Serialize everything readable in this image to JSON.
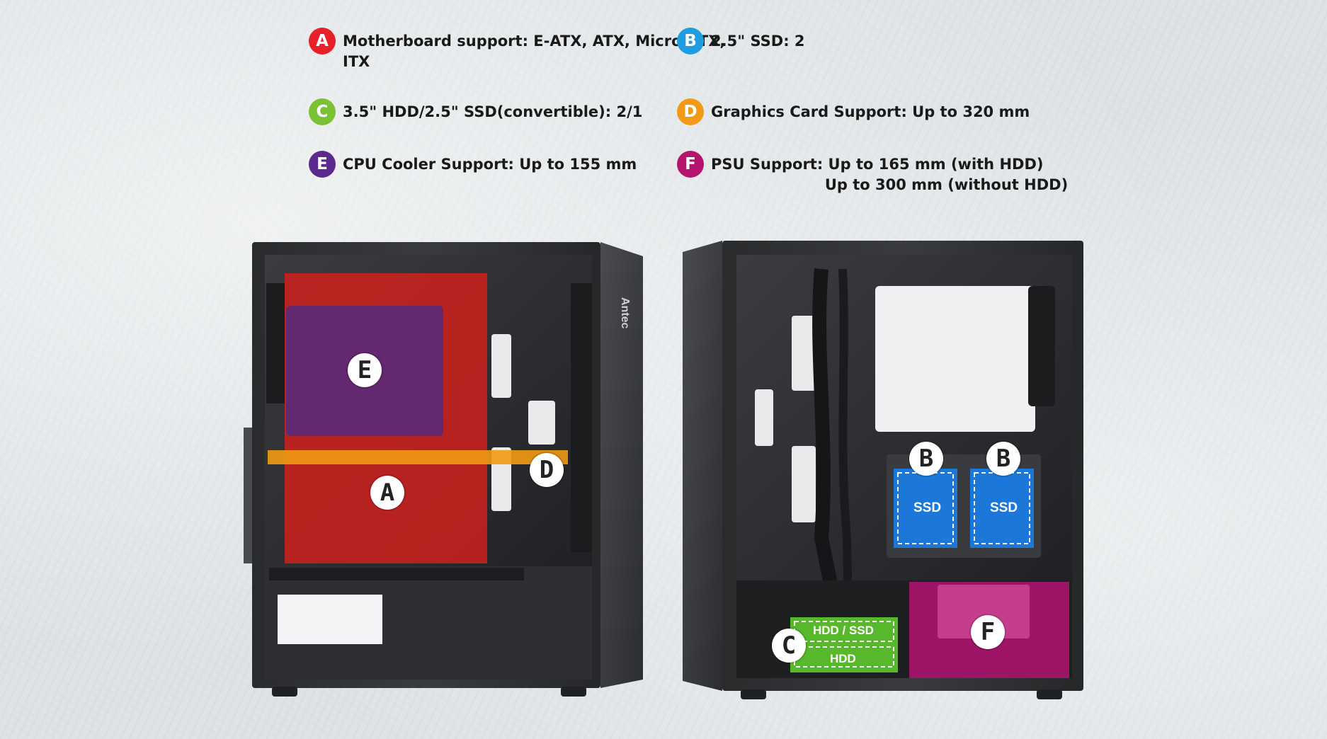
{
  "specs": [
    {
      "letter": "A",
      "color": "#e8202a",
      "text": "Motherboard support: E-ATX, ATX, Micro-ATX,\nITX"
    },
    {
      "letter": "B",
      "color": "#1f9de0",
      "text": "2.5\" SSD: 2"
    },
    {
      "letter": "C",
      "color": "#7ac234",
      "text": "3.5\" HDD/2.5\" SSD(convertible): 2/1"
    },
    {
      "letter": "D",
      "color": "#f29a14",
      "text": "Graphics Card Support: Up to 320 mm"
    },
    {
      "letter": "E",
      "color": "#5b2a8c",
      "text": "CPU Cooler Support: Up to 155 mm"
    },
    {
      "letter": "F",
      "color": "#b5146e",
      "text": "PSU Support: Up to 165 mm (with HDD)\n                      Up to 300 mm (without HDD)"
    }
  ],
  "zones": {
    "a": "A",
    "b1": "B",
    "b2": "B",
    "c": "C",
    "d": "D",
    "e": "E",
    "f": "F",
    "ssd1": "SSD",
    "ssd2": "SSD",
    "hdd_ssd": "HDD / SSD",
    "hdd": "HDD"
  },
  "case": {
    "brand": "Antec"
  }
}
